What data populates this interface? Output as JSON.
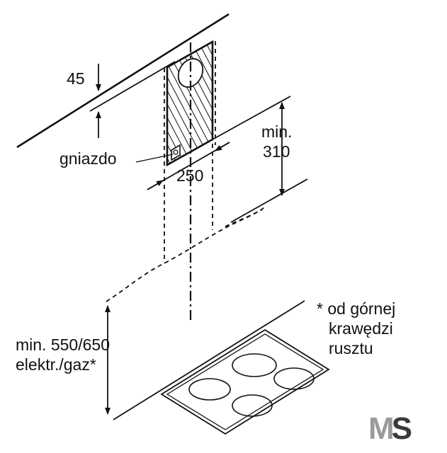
{
  "labels": {
    "wall_offset": "45",
    "socket": "gniazdo",
    "width": "250",
    "min_clearance_line1": "min.",
    "min_clearance_line2": "310",
    "height_line1": "min. 550/650",
    "height_line2": "elektr./gaz*",
    "note_line1": "* od górnej",
    "note_line2": "krawędzi",
    "note_line3": "rusztu",
    "logo": "MS"
  },
  "colors": {
    "line": "#111111",
    "logo_m": "#9a9a9a",
    "logo_s": "#3a3a3a"
  }
}
